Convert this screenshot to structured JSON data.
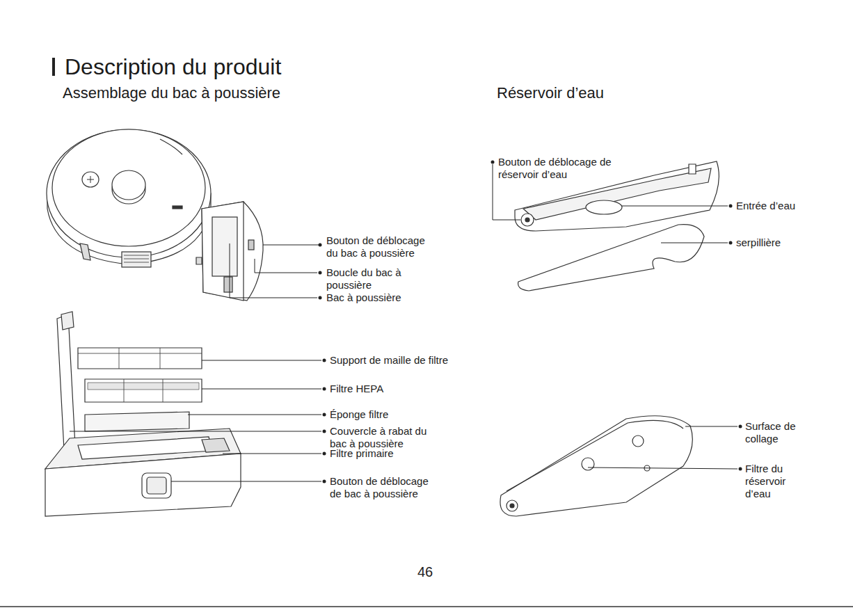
{
  "diagram": {
    "title": "Description du produit",
    "labels": [
      "Assemblage du bac à poussière",
      "Réservoir d’eau",
      "Bouton de déblocage de réservoir d’eau",
      "Entrée d’eau",
      "serpillière",
      "Bouton de déblocage du bac à poussière",
      "Boucle du bac à poussière",
      "Bac à poussière",
      "Support de maille de filtre",
      "Filtre HEPA",
      "Éponge filtre",
      "Couvercle à rabat du bac à poussière",
      "Filtre primaire",
      "Bouton de déblocage de bac à poussière",
      "Surface de collage",
      "Filtre du réservoir d’eau",
      "46"
    ]
  }
}
